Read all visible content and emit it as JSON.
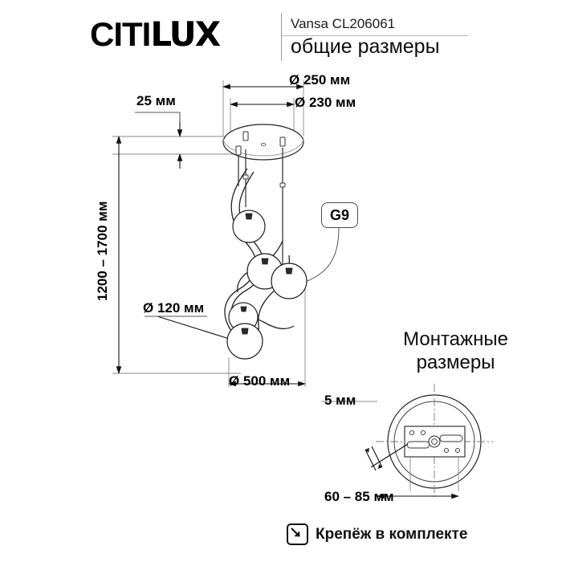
{
  "header": {
    "brand_citi": "CITI",
    "brand_lux": "LUX",
    "model": "Vansa CL206061",
    "subtitle": "общие размеры"
  },
  "main_drawing": {
    "dimensions": {
      "canopy_height": "25 мм",
      "canopy_outer_diameter": "Ø 250 мм",
      "canopy_inner_diameter": "Ø 230 мм",
      "suspension_height": "1200 – 1700 мм",
      "globe_diameter": "Ø 120 мм",
      "overall_diameter": "Ø 500 мм"
    },
    "lamp_callout": "G9"
  },
  "mounting_section": {
    "title_line1": "Монтажные",
    "title_line2": "размеры",
    "dimensions": {
      "plate_thickness": "5 мм",
      "bracket_span": "60 – 85 мм"
    }
  },
  "footer": {
    "icon": "arrow-down-right-boxed-icon",
    "note": "Крепёж в комплекте"
  },
  "colors": {
    "ink": "#111111",
    "line": "#1a1a1a",
    "thin_line": "#6f6f6f",
    "background": "#ffffff"
  }
}
